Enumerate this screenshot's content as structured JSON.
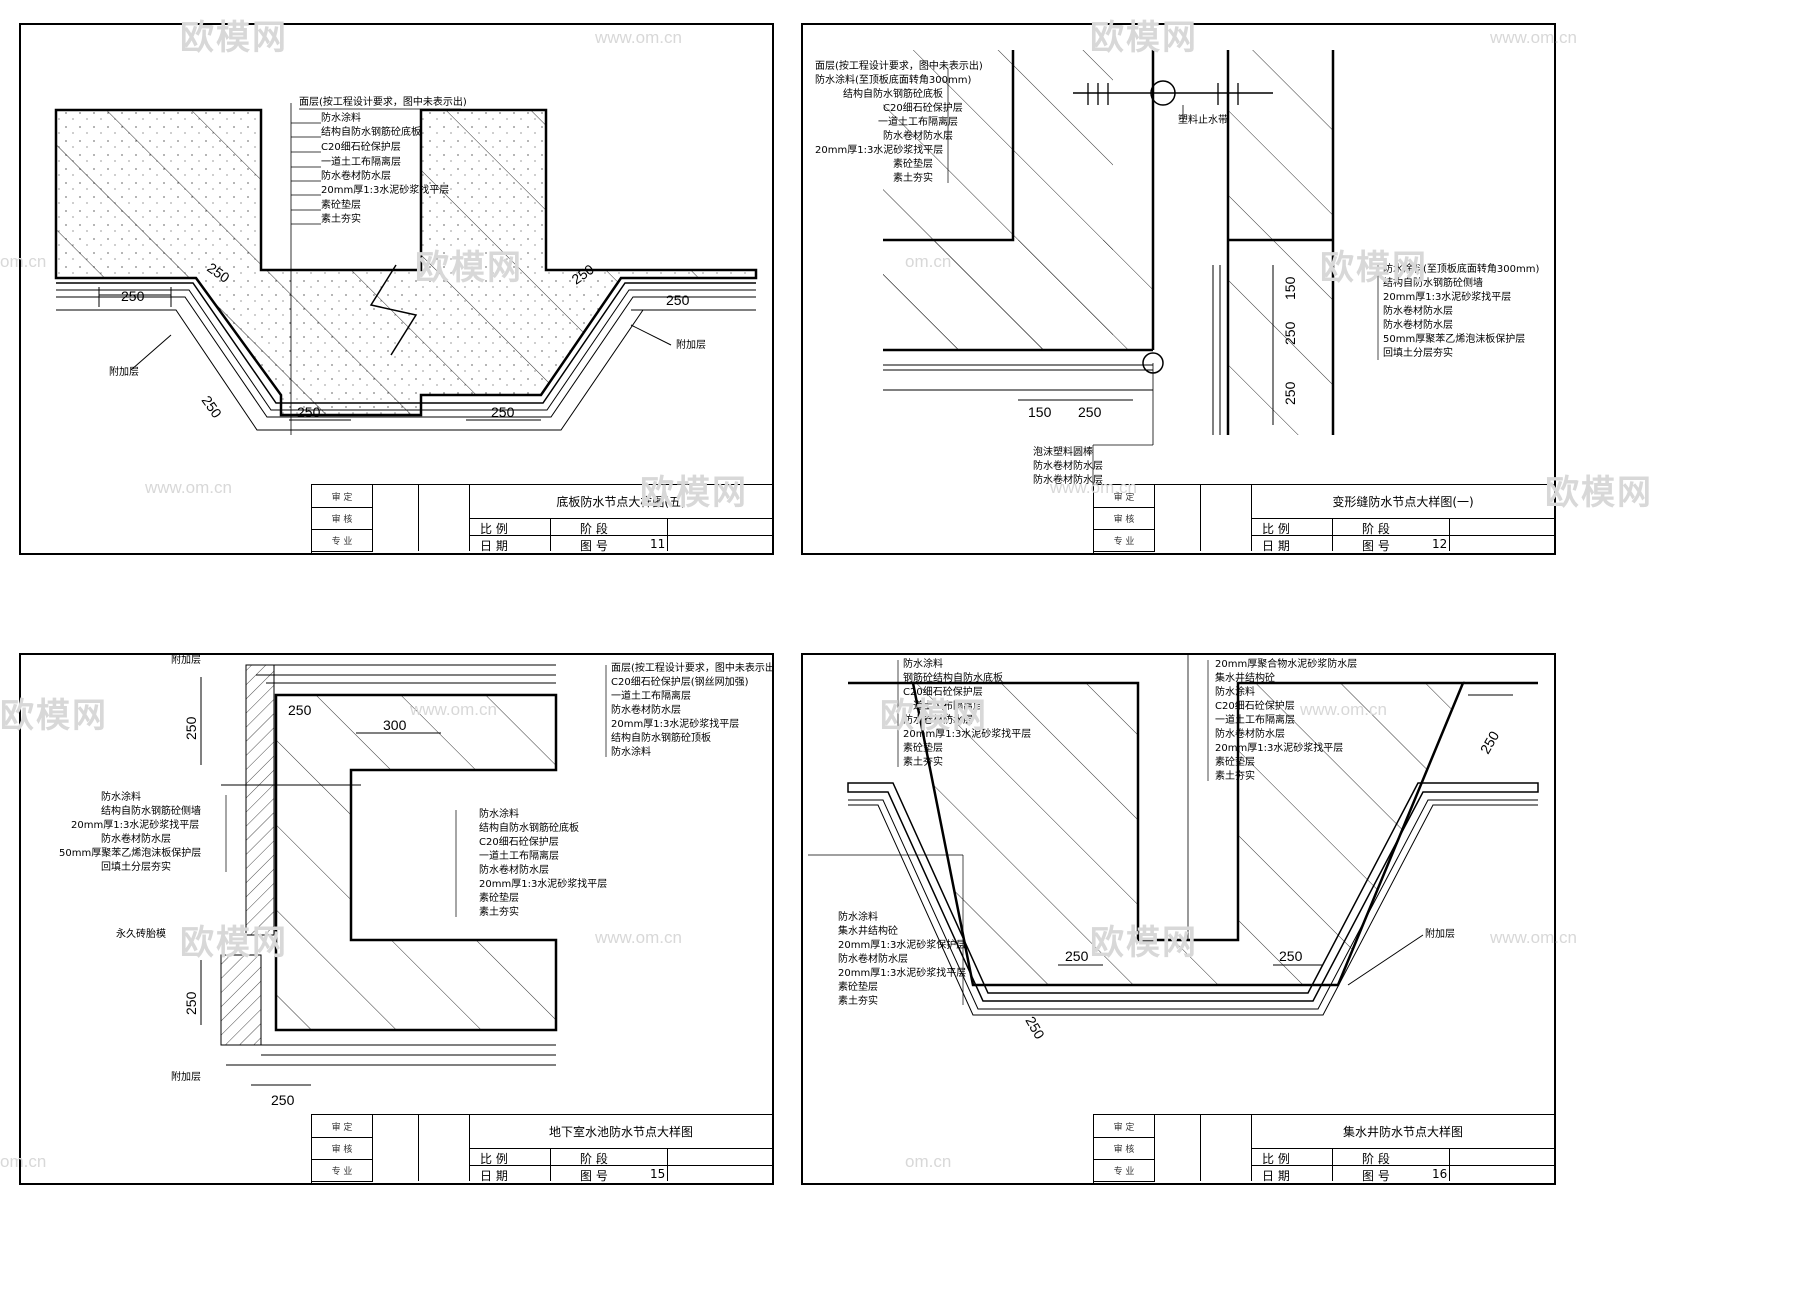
{
  "watermark": {
    "brand": "欧模网",
    "url": "www.om.cn",
    "url_short": "om.cn"
  },
  "sheets": [
    {
      "title": "底板防水节点大样图(五)",
      "sheet_no": "11",
      "scale_label": "比  例",
      "stage_label": "阶  段",
      "date_label": "日  期",
      "no_label": "图  号",
      "sig": [
        "审 定",
        "审 核",
        "专 业"
      ],
      "labels": [
        "面层(按工程设计要求，图中未表示出)",
        "防水涂料",
        "结构自防水钢筋砼底板",
        "C20细石砼保护层",
        "一道土工布隔离层",
        "防水卷材防水层",
        "20mm厚1:3水泥砂浆找平层",
        "素砼垫层",
        "素土夯实"
      ],
      "dims": [
        "250",
        "250",
        "250",
        "250",
        "250",
        "250",
        "250"
      ],
      "notes": [
        "附加层",
        "附加层"
      ]
    },
    {
      "title": "变形缝防水节点大样图(一)",
      "sheet_no": "12",
      "scale_label": "比  例",
      "stage_label": "阶  段",
      "date_label": "日  期",
      "no_label": "图  号",
      "sig": [
        "审 定",
        "审 核",
        "专 业"
      ],
      "labels": [
        "面层(按工程设计要求，图中未表示出)",
        "防水涂料(至顶板底面转角300mm)",
        "结构自防水钢筋砼底板",
        "C20细石砼保护层",
        "一道土工布隔离层",
        "防水卷材防水层",
        "20mm厚1:3水泥砂浆找平层",
        "素砼垫层",
        "素土夯实"
      ],
      "labels2": [
        "防水涂料(至顶板底面转角300mm)",
        "结构自防水钢筋砼侧墙",
        "20mm厚1:3水泥砂浆找平层",
        "防水卷材防水层",
        "防水卷材防水层",
        "50mm厚聚苯乙烯泡沫板保护层",
        "回填土分层夯实"
      ],
      "labels3": [
        "泡沫塑料圆棒",
        "防水卷材防水层",
        "防水卷材防水层"
      ],
      "dims": [
        "150",
        "250",
        "150",
        "250",
        "250"
      ],
      "notes": [
        "塑料止水带"
      ]
    },
    {
      "title": "地下室水池防水节点大样图",
      "sheet_no": "15",
      "scale_label": "比  例",
      "stage_label": "阶  段",
      "date_label": "日  期",
      "no_label": "图  号",
      "sig": [
        "审 定",
        "审 核",
        "专 业"
      ],
      "labels": [
        "面层(按工程设计要求，图中未表示出)",
        "C20细石砼保护层(钢丝网加强)",
        "一道土工布隔离层",
        "防水卷材防水层",
        "20mm厚1:3水泥砂浆找平层",
        "结构自防水钢筋砼顶板",
        "防水涂料"
      ],
      "labels2": [
        "防水涂料",
        "结构自防水钢筋砼侧墙",
        "20mm厚1:3水泥砂浆找平层",
        "防水卷材防水层",
        "50mm厚聚苯乙烯泡沫板保护层",
        "回填土分层夯实"
      ],
      "labels3": [
        "防水涂料",
        "结构自防水钢筋砼底板",
        "C20细石砼保护层",
        "一道土工布隔离层",
        "防水卷材防水层",
        "20mm厚1:3水泥砂浆找平层",
        "素砼垫层",
        "素土夯实"
      ],
      "dims": [
        "250",
        "250",
        "300",
        "250",
        "250"
      ],
      "notes": [
        "附加层",
        "永久砖胎模",
        "附加层"
      ]
    },
    {
      "title": "集水井防水节点大样图",
      "sheet_no": "16",
      "scale_label": "比  例",
      "stage_label": "阶  段",
      "date_label": "日  期",
      "no_label": "图  号",
      "sig": [
        "审 定",
        "审 核",
        "专 业"
      ],
      "labels": [
        "防水涂料",
        "钢筋砼结构自防水底板",
        "C20细石砼保护层",
        "一道土工布隔离层",
        "防水卷材防水层",
        "20mm厚1:3水泥砂浆找平层",
        "素砼垫层",
        "素土夯实"
      ],
      "labels2": [
        "20mm厚聚合物水泥砂浆防水层",
        "集水井结构砼",
        "防水涂料",
        "C20细石砼保护层",
        "一道土工布隔离层",
        "防水卷材防水层",
        "20mm厚1:3水泥砂浆找平层",
        "素砼垫层",
        "素土夯实"
      ],
      "labels3": [
        "防水涂料",
        "集水井结构砼",
        "20mm厚1:3水泥砂浆保护层",
        "防水卷材防水层",
        "20mm厚1:3水泥砂浆找平层",
        "素砼垫层",
        "素土夯实"
      ],
      "dims": [
        "250",
        "250",
        "250",
        "250"
      ],
      "notes": [
        "附加层"
      ]
    }
  ]
}
